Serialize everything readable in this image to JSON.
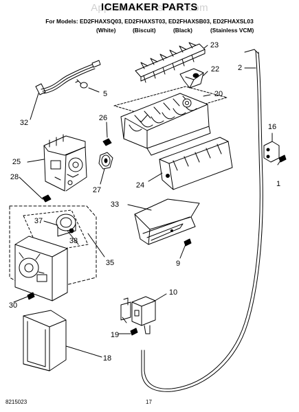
{
  "watermark": "AppliancePartsPros.com",
  "header": {
    "title": "ICEMAKER PARTS",
    "models_line": "For Models: ED2FHAXSQ03, ED2FHAXST03, ED2FHAXSB03, ED2FHAXSL03",
    "colors": [
      "(White)",
      "(Biscuit)",
      "(Black)",
      "(Stainless VCM)"
    ]
  },
  "callouts": [
    "23",
    "2",
    "22",
    "5",
    "20",
    "32",
    "26",
    "16",
    "25",
    "28",
    "24",
    "27",
    "1",
    "33",
    "37",
    "38",
    "35",
    "9",
    "30",
    "10",
    "19",
    "18"
  ],
  "footer": {
    "doc_number": "8215023",
    "page_number": "17"
  }
}
